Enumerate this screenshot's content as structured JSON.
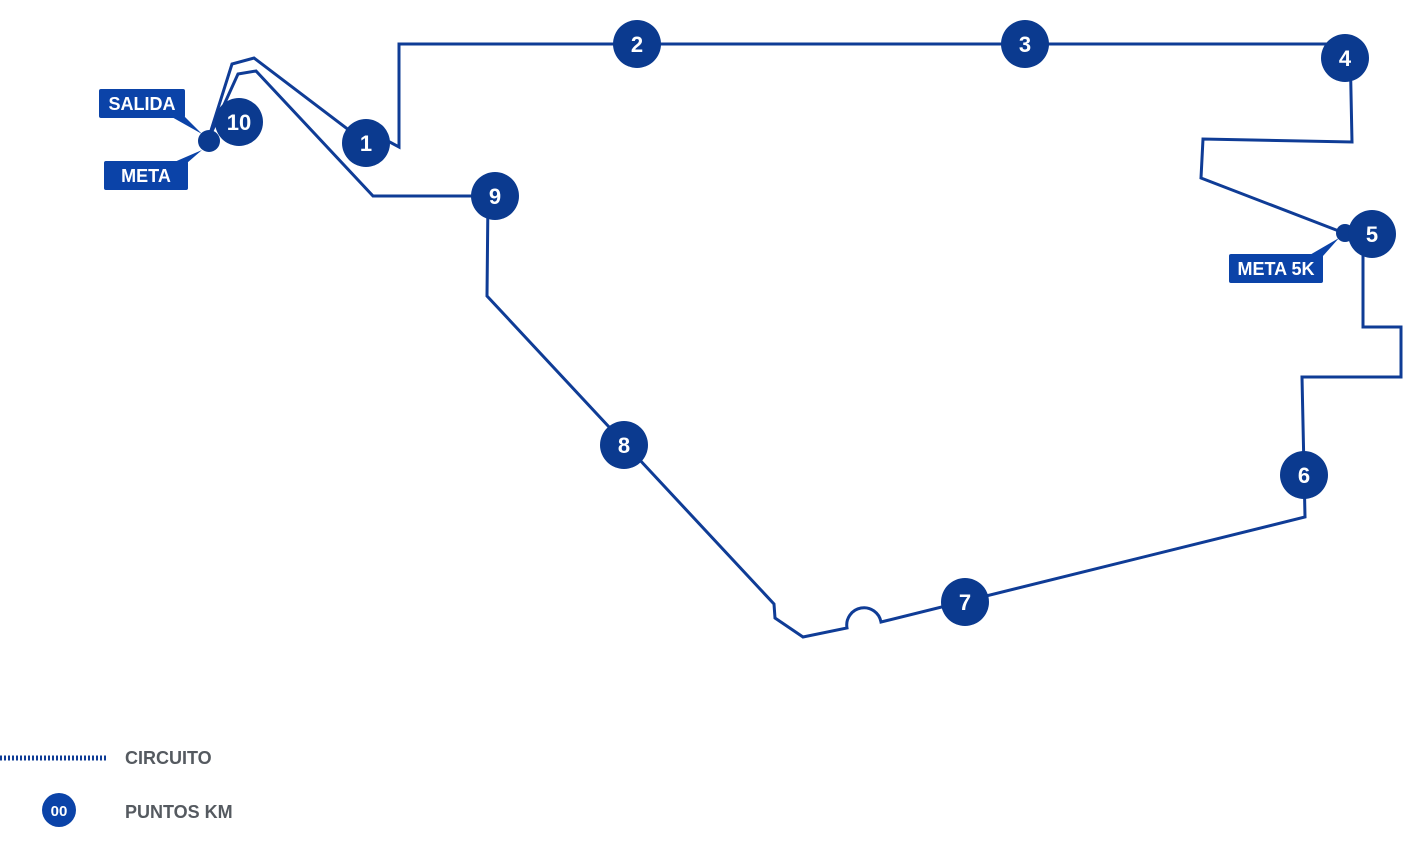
{
  "colors": {
    "route": "#0f3c96",
    "marker": "#0b3a8f",
    "tag": "#0b43a8",
    "legend_text": "#555a60"
  },
  "markers": {
    "start": "SALIDA",
    "finish": "META",
    "finish_5k": "META 5K"
  },
  "km_points": [
    "1",
    "2",
    "3",
    "4",
    "5",
    "6",
    "7",
    "8",
    "9",
    "10"
  ],
  "legend": {
    "circuit_label": "CIRCUITO",
    "km_label": "PUNTOS KM",
    "km_sample": "00"
  }
}
